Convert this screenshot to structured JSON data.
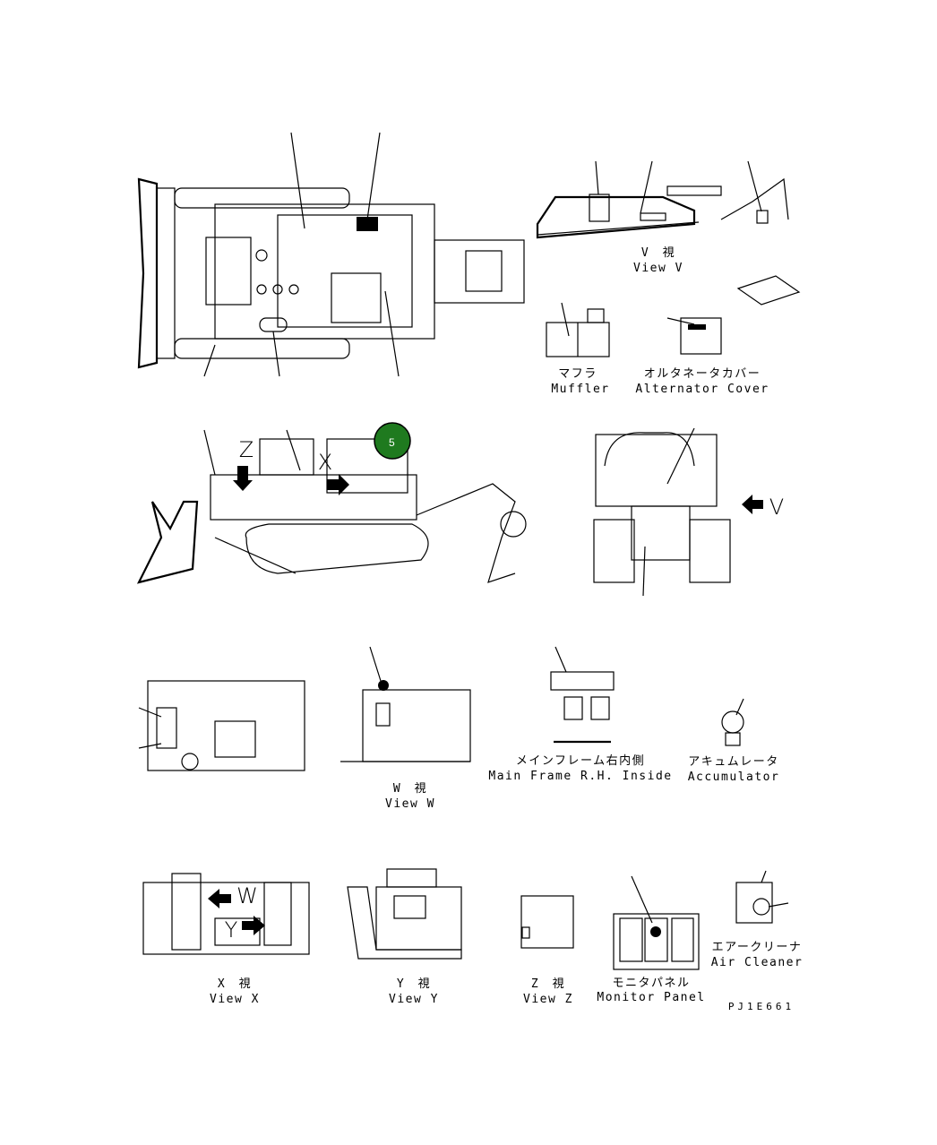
{
  "labels": {
    "view_v_jp": "V　視",
    "view_v_en": "View V",
    "muffler_jp": "マフラ",
    "muffler_en": "Muffler",
    "alternator_jp": "オルタネータカバー",
    "alternator_en": "Alternator Cover",
    "view_w_jp": "W　視",
    "view_w_en": "View W",
    "mainframe_jp": "メインフレーム右内側",
    "mainframe_en": "Main Frame R.H. Inside",
    "accumulator_jp": "アキュムレータ",
    "accumulator_en": "Accumulator",
    "view_x_jp": "X　視",
    "view_x_en": "View X",
    "view_y_jp": "Y　視",
    "view_y_en": "View Y",
    "view_z_jp": "Z　視",
    "view_z_en": "View Z",
    "monitor_jp": "モニタパネル",
    "monitor_en": "Monitor Panel",
    "aircleaner_jp": "エアークリーナ",
    "aircleaner_en": "Air Cleaner",
    "drawing_code": "PJ1E661"
  },
  "view_letters": {
    "z": "Z",
    "x": "X",
    "v": "V",
    "w": "W",
    "y": "Y"
  },
  "callout": {
    "number": "5",
    "color": "#1f7a1f"
  }
}
